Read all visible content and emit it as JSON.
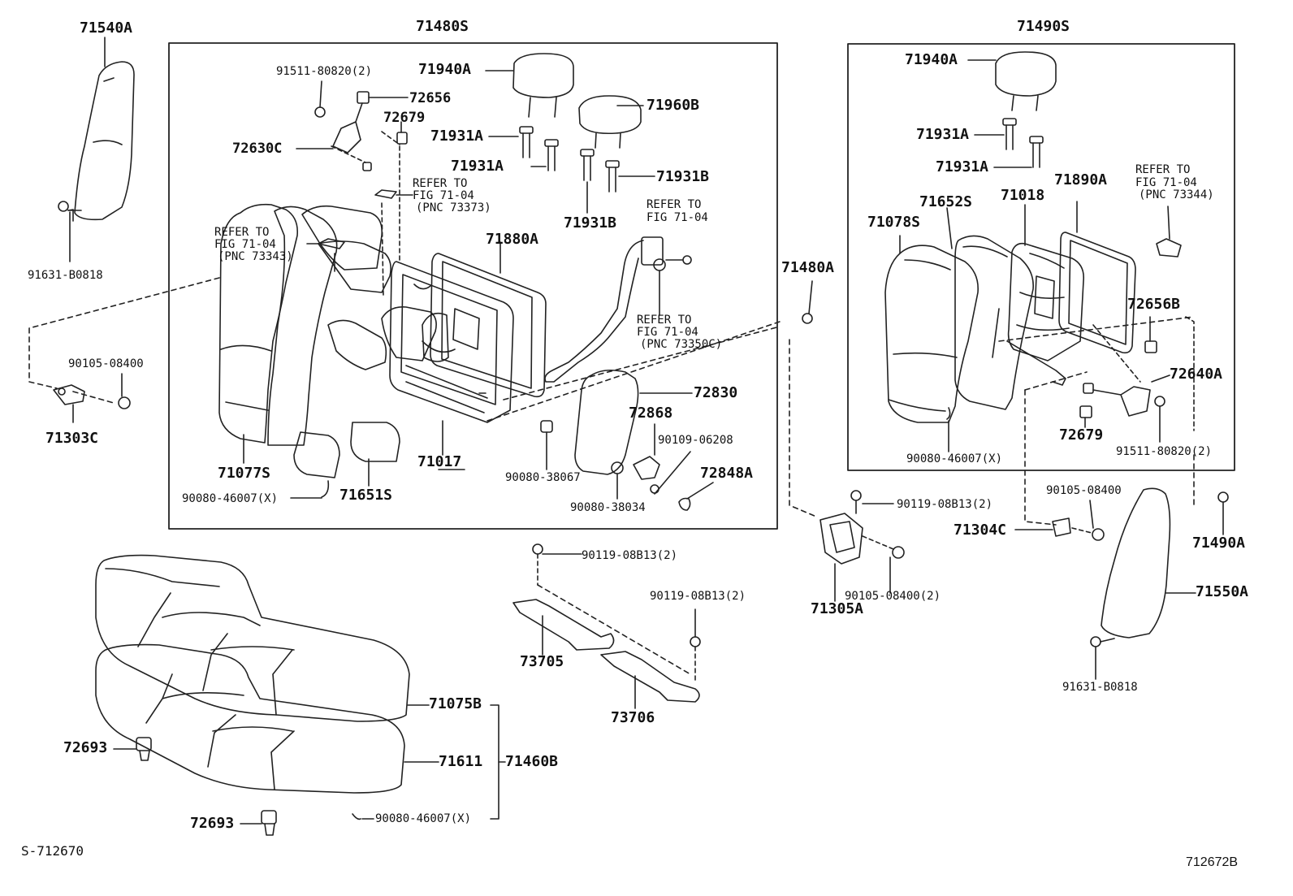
{
  "diagram": {
    "codes": {
      "c71540A": "71540A",
      "c71480S": "71480S",
      "c71490S": "71490S",
      "c91511_80820_2_l": "91511-80820(2)",
      "c72656": "72656",
      "c72679_l": "72679",
      "c72630C": "72630C",
      "c71940A_l": "71940A",
      "c71960B": "71960B",
      "c71931A_1": "71931A",
      "c71931A_2": "71931A",
      "c71931B_1": "71931B",
      "c71931B_2": "71931B",
      "c71880A": "71880A",
      "c91631_B0818_l": "91631-B0818",
      "c71480A": "71480A",
      "c90105_08400_l": "90105-08400",
      "c71303C": "71303C",
      "c71077S": "71077S",
      "c71017": "71017",
      "c72830": "72830",
      "c72868": "72868",
      "c90109_06208": "90109-06208",
      "c90080_38067": "90080-38067",
      "c72848A": "72848A",
      "c90080_46007_X_l": "90080-46007(X)",
      "c71651S": "71651S",
      "c90080_38034": "90080-38034",
      "c71940A_r": "71940A",
      "c71931A_r1": "71931A",
      "c71931A_r2": "71931A",
      "c71652S": "71652S",
      "c71018": "71018",
      "c71890A": "71890A",
      "c71078S": "71078S",
      "c72656B": "72656B",
      "c72640A": "72640A",
      "c72679_r": "72679",
      "c90080_46007_X_r": "90080-46007(X)",
      "c91511_80820_2_r": "91511-80820(2)",
      "c90119_08B13_2_a": "90119-08B13(2)",
      "c90119_08B13_2_b": "90119-08B13(2)",
      "c90119_08B13_2_c": "90119-08B13(2)",
      "c71304C": "71304C",
      "c90105_08400_r": "90105-08400",
      "c71490A": "71490A",
      "c71305A": "71305A",
      "c90105_08400_2": "90105-08400(2)",
      "c71550A": "71550A",
      "c91631_B0818_r": "91631-B0818",
      "c73705": "73705",
      "c73706": "73706",
      "c71075B": "71075B",
      "c71611": "71611",
      "c71460B": "71460B",
      "c72693_a": "72693",
      "c72693_b": "72693",
      "c90080_46007_X_b": "90080-46007(X)"
    },
    "refs": {
      "r1_a": "REFER TO",
      "r1_b": "FIG 71-04",
      "r1_c": "(PNC 73373)",
      "r2_a": "REFER TO",
      "r2_b": "FIG 71-04",
      "r2_c": "(PNC 73343)",
      "r3_a": "REFER TO",
      "r3_b": "FIG 71-04",
      "r4_a": "REFER TO",
      "r4_b": "FIG 71-04",
      "r4_c": "(PNC 73350C)",
      "r5_a": "REFER TO",
      "r5_b": "FIG 71-04",
      "r5_c": "(PNC 73344)"
    },
    "footer": {
      "left_id": "S-712670",
      "right_id": "712672B"
    }
  }
}
